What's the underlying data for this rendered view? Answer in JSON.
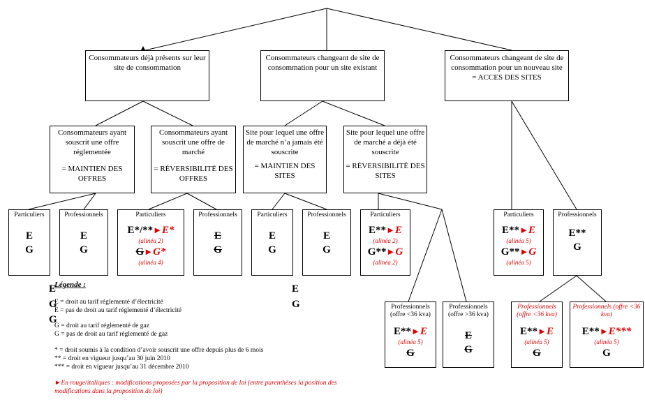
{
  "level1": {
    "existing_site": "Consommateurs déjà présents sur leur site de consommation",
    "changing_existing": "Consommateurs changeant de site de consommation pour un site existant",
    "changing_new": "Consommateurs changeant de site de consommation pour un nouveau site",
    "changing_new_sub": "= ACCES DES SITES"
  },
  "level2": {
    "regulated": "Consommateurs ayant souscrit une offre réglementée",
    "regulated_sub": "= MAINTIEN DES OFFRES",
    "market": "Consommateurs ayant souscrit une offre de marché",
    "market_sub": "= RÉVERSIBILITÉ DES OFFRES",
    "never": "Site pour lequel une offre de marché n’a jamais été souscrite",
    "never_sub": "= MAINTIEN DES SITES",
    "already": "Site pour lequel une offre de marché a déjà été souscrite",
    "already_sub": "= RÉVERSIBILITÉ DES SITES"
  },
  "leaves": {
    "particuliers": "Particuliers",
    "professionnels": "Professionnels",
    "pro_lt36": "Professionnels (offre <36 kva)",
    "pro_gt36": "Professionnels (offre >36 kva)",
    "pro_lt36_red": "Professionnels (offre <36 kva)",
    "E": "E",
    "G": "G",
    "Estar": "E*/**",
    "Estar_to": "E*",
    "G_to": "G*",
    "Estarstar": "E**",
    "Gstarstar": "G**",
    "Estarstarstar_to": "E***",
    "al2": "(alinéa 2)",
    "al4": "(alinéa 4)",
    "al5": "(alinéa 5)"
  },
  "legend": {
    "title": "Légende :",
    "e_right": "E = droit au tarif réglementé d’électricité",
    "e_none": "E = pas de droit au tarif réglementé d’électricité",
    "g_right": "G = droit au tarif réglementé de gaz",
    "g_none": "G = pas de droit au tarif réglementé de gaz",
    "s1": "* = droit soumis à la condition d’avoir souscrit une offre depuis plus de 6 mois",
    "s2": "** = droit en vigueur jusqu’au 30 juin 2010",
    "s3": "*** = droit en vigueur jusqu’au 31 décembre 2010",
    "red_note": "►En rouge/italiques : modifications proposées par la proposition de loi (entre parenthèses la position des modifications dans la proposition de loi)",
    "loose_E": "E",
    "loose_G": "G",
    "left_E": "E",
    "left_G": "G",
    "left_G2": "G"
  },
  "colors": {
    "red": "#e00000",
    "line": "#000000"
  }
}
